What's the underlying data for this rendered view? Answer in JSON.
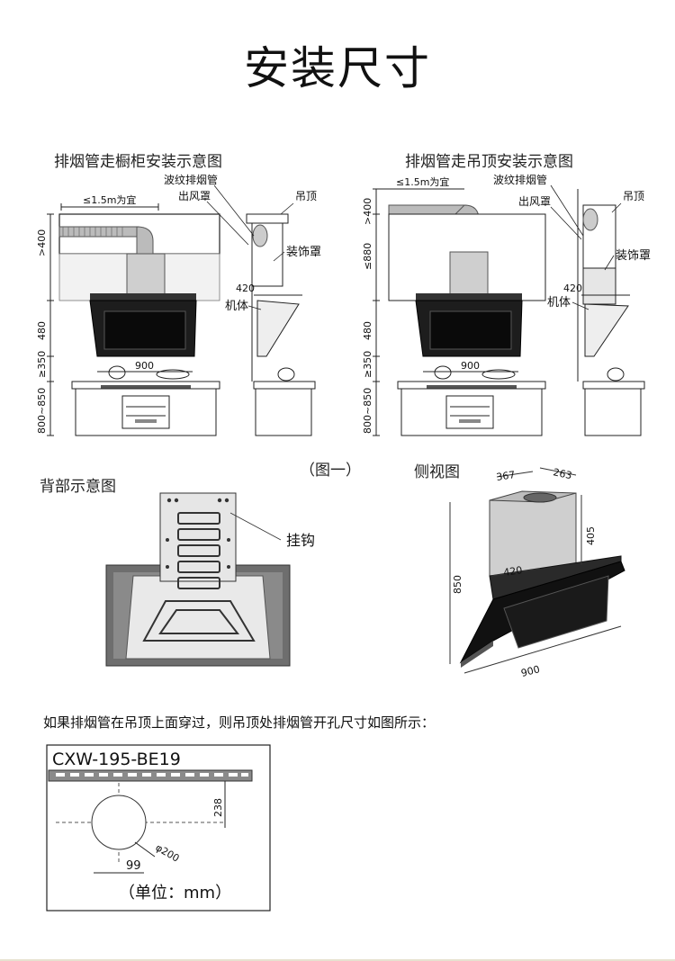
{
  "page_title": "安装尺寸",
  "diagram1": {
    "title": "排烟管走橱柜安装示意图",
    "dim_top": "≤1.5m为宜",
    "left_dims": [
      ">400",
      "480",
      "≥350",
      "800~850"
    ],
    "width_dim": "900",
    "labels": {
      "duct": "波纹排烟管",
      "outlet": "出风罩",
      "ceiling": "吊顶",
      "cover": "装饰罩",
      "body": "机体"
    },
    "depth_dim": "420"
  },
  "diagram2": {
    "title": "排烟管走吊顶安装示意图",
    "dim_top": "≤1.5m为宜",
    "left_dims": [
      ">400",
      "≤880",
      "480",
      "≥350",
      "800~850"
    ],
    "width_dim": "900",
    "labels": {
      "duct": "波纹排烟管",
      "outlet": "出风罩",
      "ceiling": "吊顶",
      "cover": "装饰罩",
      "body": "机体"
    },
    "depth_dim": "420"
  },
  "figure_caption": "（图一）",
  "back_view": {
    "title": "背部示意图",
    "hook_label": "挂钩"
  },
  "side_view": {
    "title": "侧视图",
    "dims": {
      "top_depth": "367",
      "top_width": "263",
      "chimney_height": "405",
      "height": "850",
      "depth": "420",
      "width": "900"
    }
  },
  "note": "如果排烟管在吊顶上面穿过，则吊顶处排烟管开孔尺寸如图所示：",
  "hole_diagram": {
    "model": "CXW-195-BE19",
    "dim_vertical": "238",
    "dim_horizontal": "99",
    "diameter": "φ200",
    "unit": "（单位：mm）"
  }
}
